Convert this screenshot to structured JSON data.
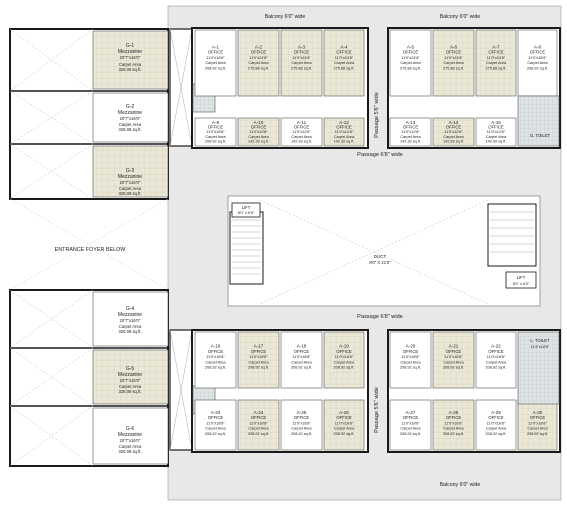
{
  "labels": {
    "balcony_top_left": "Balcony 6'0\" wide",
    "balcony_top_right": "Balcony 6'0\" wide",
    "balcony_bottom": "Balcony 6'0\" wide",
    "passage_upper": "Passage 6'8\" wide",
    "passage_lower": "Passage 6'8\" wide",
    "passage_vertical_top": "Passage 5'6\" wide",
    "passage_vertical_bottom": "Passage 5'6\" wide",
    "foyer": "ENTRANCE FOYER BELOW",
    "duct": "DUCT",
    "duct_size": "8'0\" X 21'0\"",
    "lift_top": "LIFT",
    "lift_top_size": "8'0\" x 6'6\"",
    "lift_bottom": "LIFT",
    "lift_bottom_size": "8'0\" x 6'0\""
  },
  "mezzanines": [
    {
      "id": "G-1",
      "name": "Mezzanine",
      "size": "20'7\"x16'0\"",
      "area_label": "Carpet Area",
      "area": "328.08 sq.ft."
    },
    {
      "id": "G-2",
      "name": "Mezzanine",
      "size": "20'7\"x16'0\"",
      "area_label": "Carpet Area",
      "area": "328.08 sq.ft."
    },
    {
      "id": "G-3",
      "name": "Mezzanine",
      "size": "20'7\"x16'0\"",
      "area_label": "Carpet Area",
      "area": "328.08 sq.ft."
    },
    {
      "id": "G-4",
      "name": "Mezzanine",
      "size": "20'7\"x16'0\"",
      "area_label": "Carpet Area",
      "area": "328.08 sq.ft."
    },
    {
      "id": "G-5",
      "name": "Mezzanine",
      "size": "20'7\"x16'0\"",
      "area_label": "Carpet Area",
      "area": "328.08 sq.ft."
    },
    {
      "id": "G-6",
      "name": "Mezzanine",
      "size": "20'7\"x16'0\"",
      "area_label": "Carpet Area",
      "area": "328.08 sq.ft."
    }
  ],
  "offices_tl_top": [
    {
      "id": "A-1",
      "type": "OFFICE",
      "size": "11'0\"x18'8\"",
      "area": "208.92 sq.ft."
    },
    {
      "id": "A-2",
      "type": "OFFICE",
      "size": "11'0\"x24'8\"",
      "area": "275.88 sq.ft."
    },
    {
      "id": "A-3",
      "type": "OFFICE",
      "size": "11'0\"x24'8\"",
      "area": "275.88 sq.ft."
    },
    {
      "id": "A-4",
      "type": "OFFICE",
      "size": "11'0\"x24'8\"",
      "area": "275.88 sq.ft."
    }
  ],
  "offices_tl_bottom": [
    {
      "id": "A-9",
      "type": "OFFICE",
      "size": "11'0\"x18'8\"",
      "area": "208.92 sq.ft."
    },
    {
      "id": "A-10",
      "type": "OFFICE",
      "size": "11'0\"x12'8\"",
      "area": "142.39 sq.ft."
    },
    {
      "id": "A-11",
      "type": "OFFICE",
      "size": "11'0\"x12'8\"",
      "area": "142.39 sq.ft."
    },
    {
      "id": "A-12",
      "type": "OFFICE",
      "size": "11'0\"x12'8\"",
      "area": "142.39 sq.ft."
    }
  ],
  "offices_tr_top": [
    {
      "id": "A-5",
      "type": "OFFICE",
      "size": "11'0\"x24'8\"",
      "area": "275.88 sq.ft."
    },
    {
      "id": "A-6",
      "type": "OFFICE",
      "size": "11'0\"x24'8\"",
      "area": "275.88 sq.ft."
    },
    {
      "id": "A-7",
      "type": "OFFICE",
      "size": "11'0\"x24'8\"",
      "area": "275.88 sq.ft."
    },
    {
      "id": "A-8",
      "type": "OFFICE",
      "size": "11'0\"x18'8\"",
      "area": "208.92 sq.ft."
    }
  ],
  "offices_tr_bottom": [
    {
      "id": "A-13",
      "type": "OFFICE",
      "size": "11'0\"x12'8\"",
      "area": "142.39 sq.ft."
    },
    {
      "id": "A-14",
      "type": "OFFICE",
      "size": "11'0\"x12'8\"",
      "area": "142.39 sq.ft."
    },
    {
      "id": "A-15",
      "type": "OFFICE",
      "size": "11'0\"x12'8\"",
      "area": "142.39 sq.ft."
    }
  ],
  "toilet_top": "G. TOILET",
  "offices_bl_top": [
    {
      "id": "A-16",
      "type": "OFFICE",
      "size": "11'0\"x18'8\"",
      "area": "208.92 sq.ft."
    },
    {
      "id": "A-17",
      "type": "OFFICE",
      "size": "11'0\"x18'8\"",
      "area": "208.92 sq.ft."
    },
    {
      "id": "A-18",
      "type": "OFFICE",
      "size": "11'0\"x18'8\"",
      "area": "208.92 sq.ft."
    },
    {
      "id": "A-19",
      "type": "OFFICE",
      "size": "11'0\"x18'8\"",
      "area": "208.92 sq.ft."
    }
  ],
  "offices_bl_bottom": [
    {
      "id": "A-23",
      "type": "OFFICE",
      "size": "11'0\"x18'8\"",
      "area": "208.92 sq.ft."
    },
    {
      "id": "A-24",
      "type": "OFFICE",
      "size": "11'0\"x18'8\"",
      "area": "208.92 sq.ft."
    },
    {
      "id": "A-25",
      "type": "OFFICE",
      "size": "11'0\"x18'8\"",
      "area": "208.92 sq.ft."
    },
    {
      "id": "A-26",
      "type": "OFFICE",
      "size": "11'0\"x18'8\"",
      "area": "208.92 sq.ft."
    }
  ],
  "offices_br_top": [
    {
      "id": "A-20",
      "type": "OFFICE",
      "size": "11'0\"x18'8\"",
      "area": "208.92 sq.ft."
    },
    {
      "id": "A-21",
      "type": "OFFICE",
      "size": "11'0\"x18'8\"",
      "area": "208.92 sq.ft."
    },
    {
      "id": "A-22",
      "type": "OFFICE",
      "size": "11'0\"x18'8\"",
      "area": "208.92 sq.ft."
    }
  ],
  "offices_br_bottom": [
    {
      "id": "A-27",
      "type": "OFFICE",
      "size": "11'0\"x18'8\"",
      "area": "208.92 sq.ft."
    },
    {
      "id": "A-28",
      "type": "OFFICE",
      "size": "11'0\"x18'8\"",
      "area": "208.92 sq.ft."
    },
    {
      "id": "A-29",
      "type": "OFFICE",
      "size": "11'0\"x18'8\"",
      "area": "208.92 sq.ft."
    },
    {
      "id": "A-30",
      "type": "OFFICE",
      "size": "11'0\"x18'8\"",
      "area": "208.92 sq.ft."
    }
  ],
  "toilet_bottom": "L. TOILET",
  "toilet_bottom_size": "11'6\"x18'8\"",
  "area_label": "Carpet Area",
  "colors": {
    "floor": "#e8e4d4",
    "grid": "#cdc7b0",
    "passage": "#e6e6e6",
    "wall": "#1a1a1a",
    "toilet": "#d9dde0"
  }
}
